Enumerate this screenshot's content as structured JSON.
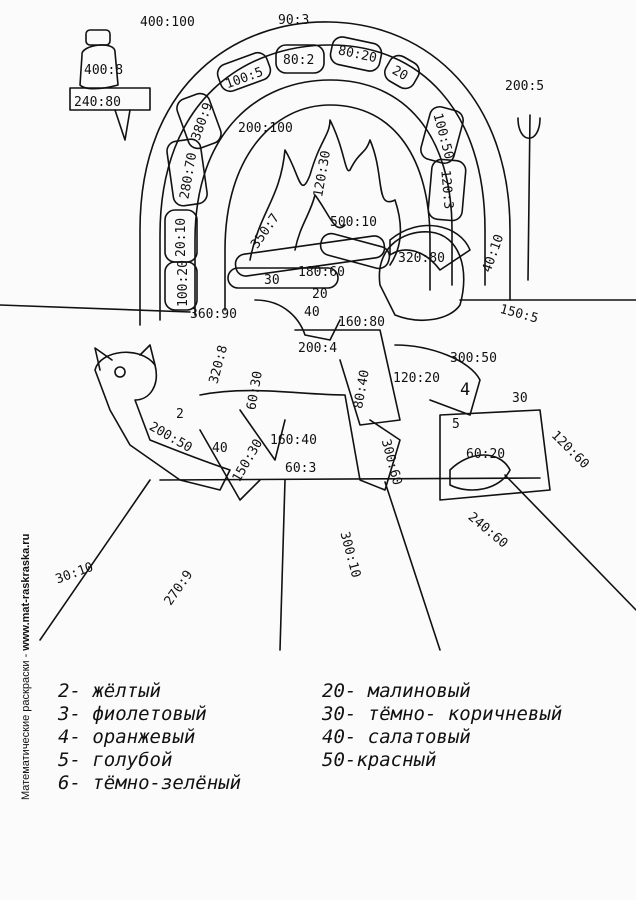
{
  "caption": {
    "prefix": "Математические раскраски - ",
    "site": "www.mat-raskraska.ru"
  },
  "legend_left": [
    "2- жёлтый",
    "3- фиолетовый",
    "4- оранжевый",
    "5- голубой",
    "6- тёмно-зелёный"
  ],
  "legend_right": [
    "20- малиновый",
    "30- тёмно- коричневый",
    "40- салатовый",
    "50-красный"
  ],
  "expressions": {
    "e400_100": "400:100",
    "e90_3": "90:3",
    "e400_8": "400:8",
    "e240_80": "240:80",
    "e200_5": "200:5",
    "e100_5": "100:5",
    "e80_2": "80:2",
    "e80_20": "80:20",
    "e20": "20",
    "e380_9": "380:9",
    "e200_100": "200:100",
    "e100_50": "100:50",
    "e280_70": "280:70",
    "e120_3": "120:3",
    "e120_30": "120:30",
    "e20_10": "20:10",
    "e350_7": "350:7",
    "e500_10": "500:10",
    "e100_20": "100:20",
    "e40_10": "40:10",
    "e180_60": "180:60",
    "e320_80": "320:80",
    "e30a": "30",
    "e20a": "20",
    "e150_5": "150:5",
    "e360_90": "360:90",
    "e40a": "40",
    "e160_80": "160:80",
    "e200_4": "200:4",
    "e300_50": "300:50",
    "e320_8": "320:8",
    "e120_20": "120:20",
    "e4": "4",
    "e60_30": "60:30",
    "e80_40": "80:40",
    "e30b": "30",
    "e5": "5",
    "e2": "2",
    "e200_50": "200:50",
    "e40b": "40",
    "e160_40": "160:40",
    "e300_60": "300:60",
    "e60_20": "60:20",
    "e120_60": "120:60",
    "e150_30": "150:30",
    "e60_3": "60:3",
    "e30_10": "30:10",
    "e270_9": "270:9",
    "e300_10": "300:10",
    "e240_60": "240:60"
  }
}
